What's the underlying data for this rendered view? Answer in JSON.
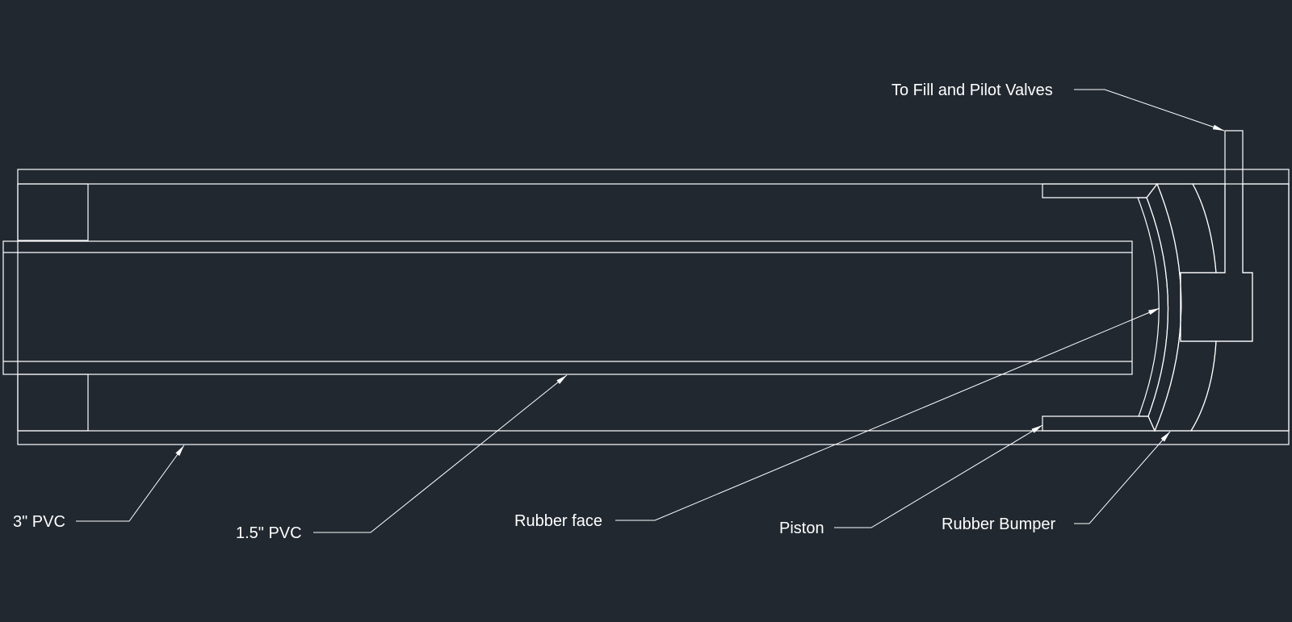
{
  "drawing": {
    "background_color": "#212830",
    "line_color": "#ffffff",
    "labels": {
      "fill_pilot": "To Fill and Pilot Valves",
      "pvc_3": "3\" PVC",
      "pvc_15": "1.5\" PVC",
      "rubber_face": "Rubber face",
      "piston": "Piston",
      "rubber_bumper": "Rubber Bumper"
    }
  }
}
